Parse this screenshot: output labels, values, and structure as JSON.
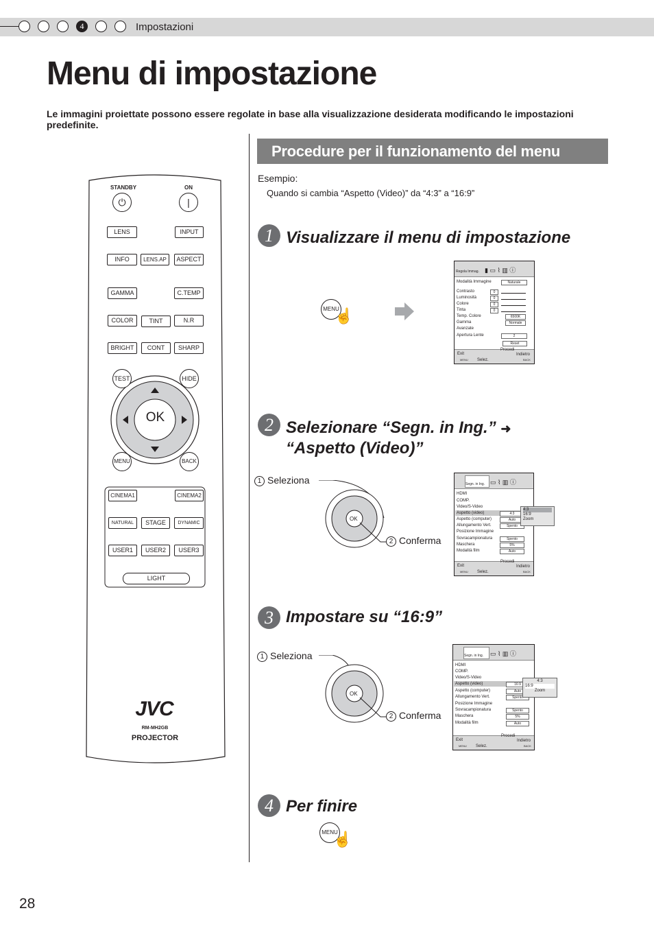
{
  "header": {
    "chapter_number": "4",
    "chapter_label": "Impostazioni"
  },
  "page_title": "Menu di impostazione",
  "intro": "Le immagini proiettate possono essere regolate in base alla visualizzazione desiderata modificando le impostazioni predefinite.",
  "section_title": "Procedure per il funzionamento del menu",
  "example": {
    "label": "Esempio:",
    "text": "Quando si cambia “Aspetto (Video)” da “4:3” a “16:9”"
  },
  "steps": [
    {
      "num": "1",
      "title": "Visualizzare il menu di impostazione"
    },
    {
      "num": "2",
      "title_line1": "Selezionare “Segn. in Ing.”",
      "title_line2": "“Aspetto (Video)”"
    },
    {
      "num": "3",
      "title": "Impostare su “16:9”"
    },
    {
      "num": "4",
      "title": "Per finire"
    }
  ],
  "callouts": {
    "select": "Seleziona",
    "confirm": "Conferma",
    "n1": "1",
    "n2": "2"
  },
  "remote": {
    "standby": "STANDBY",
    "on": "ON",
    "lens": "LENS",
    "input": "INPUT",
    "info": "INFO",
    "lens_ap": "LENS.AP",
    "aspect": "ASPECT",
    "gamma": "GAMMA",
    "c_temp": "C.TEMP",
    "color": "COLOR",
    "tint": "TINT",
    "nr": "N.R",
    "bright": "BRIGHT",
    "cont": "CONT",
    "sharp": "SHARP",
    "test": "TEST",
    "hide": "HIDE",
    "ok": "OK",
    "menu": "MENU",
    "back": "BACK",
    "cinema1": "CINEMA1",
    "cinema2": "CINEMA2",
    "natural": "NATURAL",
    "stage": "STAGE",
    "dynamic": "DYNAMIC",
    "user1": "USER1",
    "user2": "USER2",
    "user3": "USER3",
    "light": "LIGHT",
    "brand": "JVC",
    "model": "RM-MH2GB",
    "projector": "PROJECTOR"
  },
  "menu_button": "MENU",
  "screen1": {
    "tab": "Regola Immag.",
    "rows": [
      "Modalità Immagine",
      "Contrasto",
      "Luminosità",
      "Colore",
      "Tinta",
      "Temp. Colore",
      "Gamma",
      "Avanzate",
      "Apertura Lente"
    ],
    "values": {
      "mode": "Naturale",
      "contrast": "0",
      "brightness": "0",
      "color": "0",
      "tint": "0",
      "temp": "6500K",
      "gamma": "Normale",
      "aperture": "2",
      "reset": "Reset"
    },
    "footer": {
      "exit": "Exit",
      "exit_key": "MENU",
      "select": "Selez.",
      "proceed": "Procedi",
      "back": "Indietro",
      "back_key": "BACK"
    }
  },
  "screen2": {
    "tab": "Segn. in Ing.",
    "rows": [
      "HDMI",
      "COMP.",
      "Video/S-Video",
      "Aspetto (video)",
      "Aspetto (computer)",
      "Allungamento Vert.",
      "Posizione Immagine",
      "Sovracampionatura",
      "Maschera",
      "Modalità film"
    ],
    "values": {
      "aspect_video": "4:3",
      "aspect_pc": "Auto",
      "stretch": "Spento",
      "overscan": "Spento",
      "mask": "5%",
      "film": "Auto"
    },
    "popup": [
      "4:3",
      "16:9",
      "Zoom"
    ],
    "footer": {
      "exit": "Exit",
      "exit_key": "MENU",
      "select": "Selez.",
      "proceed": "Procedi",
      "back": "Indietro",
      "back_key": "BACK"
    }
  },
  "screen3": {
    "tab": "Segn. in Ing.",
    "rows": [
      "HDMI",
      "COMP.",
      "Video/S-Video",
      "Aspetto (video)",
      "Aspetto (computer)",
      "Allungamento Vert.",
      "Posizione Immagine",
      "Sovracampionatura",
      "Maschera",
      "Modalità film"
    ],
    "values": {
      "aspect_video": "16:9",
      "aspect_pc": "Auto",
      "stretch": "Spento",
      "overscan": "Spento",
      "mask": "5%",
      "film": "Auto"
    },
    "popup": [
      "4:3",
      "16:9",
      "Zoom"
    ],
    "footer": {
      "exit": "Exit",
      "exit_key": "MENU",
      "select": "Selez.",
      "proceed": "Procedi",
      "back": "Indietro",
      "back_key": "BACK"
    }
  },
  "page_number": "28"
}
